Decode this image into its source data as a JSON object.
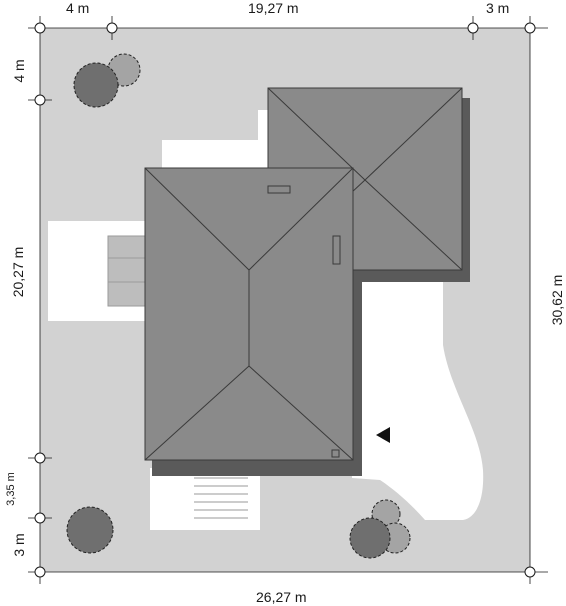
{
  "dimensions": {
    "top_left": "4 m",
    "top_middle": "19,27 m",
    "top_right": "3 m",
    "left_top": "4 m",
    "left_middle": "20,27 m",
    "left_lower": "3,35 m",
    "left_bottom": "3 m",
    "right": "30,62 m",
    "bottom": "26,27 m"
  },
  "colors": {
    "plot": "#d2d2d2",
    "roof": "#8a8a8a",
    "roof_shadow": "#5a5a5a",
    "paving": "#ffffff",
    "tree_dark": "#6f6f6f",
    "tree_light": "#a4a4a4",
    "lines": "#1a1a1a"
  },
  "icons": {
    "entrance_marker": "triangle-left-icon",
    "survey_point": "circle-marker-icon",
    "tree": "tree-icon"
  }
}
